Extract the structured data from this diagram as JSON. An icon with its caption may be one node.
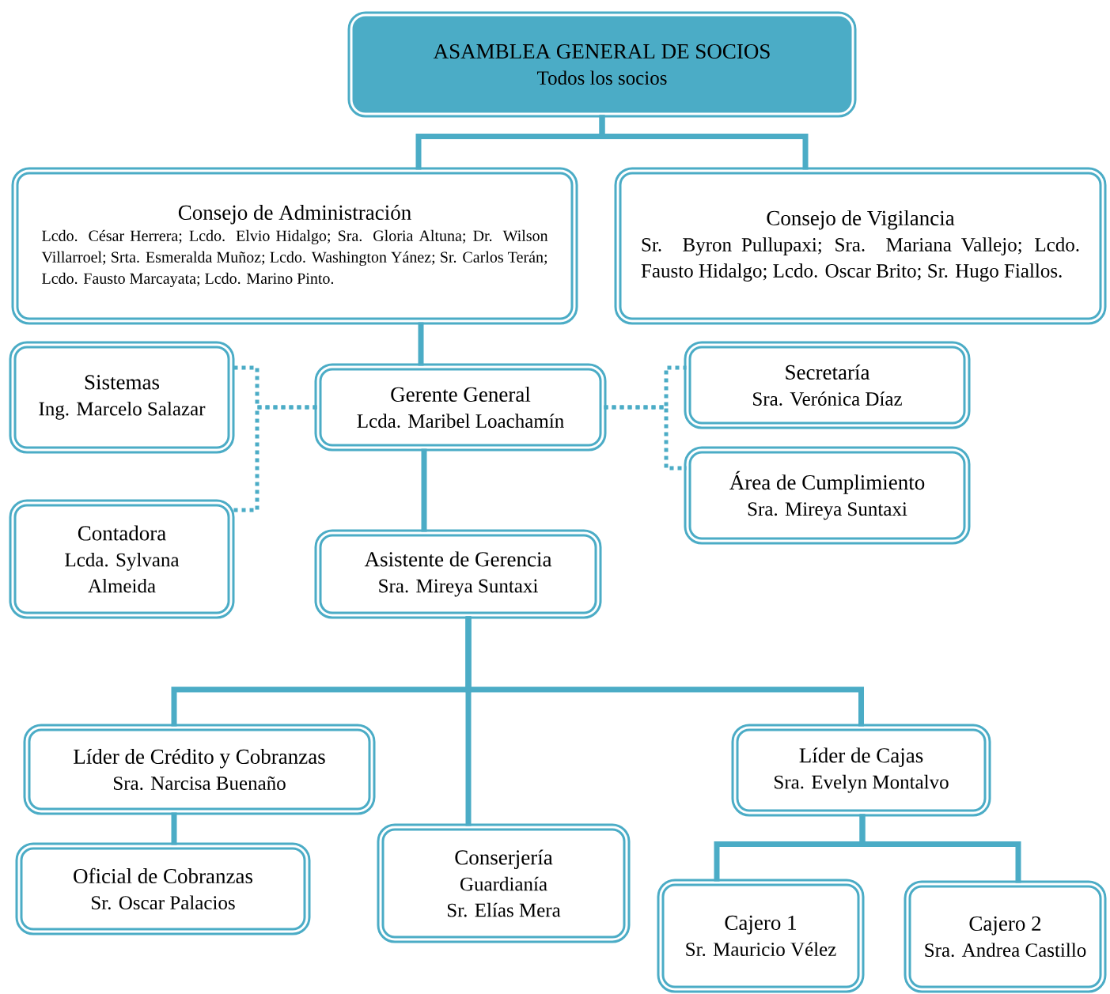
{
  "diagram": {
    "nodes": [
      {
        "text": [
          "ASAMBLEA GENERAL DE SOCIOS",
          "Todos los socios"
        ]
      },
      {
        "text": [
          "Consejo de Administración",
          "Lcdo. César Herrera; Lcdo. Elvio Hidalgo; Sra. Gloria Altuna; Dr. Wilson Villarroel; Srta. Esmeralda Muñoz; Lcdo. Washington Yánez; Sr. Carlos Terán; Lcdo. Fausto Marcayata; Lcdo. Marino Pinto."
        ]
      },
      {
        "text": [
          "Consejo de Vigilancia",
          "Sr. Byron Pullupaxi; Sra. Mariana Vallejo; Lcdo. Fausto Hidalgo; Lcdo. Oscar Brito; Sr. Hugo Fiallos."
        ]
      },
      {
        "text": [
          "Sistemas",
          "Ing. Marcelo Salazar"
        ]
      },
      {
        "text": [
          "Gerente General",
          "Lcda. Maribel Loachamín"
        ]
      },
      {
        "text": [
          "Secretaría",
          "Sra. Verónica Díaz"
        ]
      },
      {
        "text": [
          "Contadora",
          "Lcda. Sylvana Almeida"
        ]
      },
      {
        "text": [
          "Área de Cumplimiento",
          "Sra. Mireya Suntaxi"
        ]
      },
      {
        "text": [
          "Asistente de Gerencia",
          "Sra. Mireya Suntaxi"
        ]
      },
      {
        "text": [
          "Líder de Crédito y Cobranzas",
          "Sra. Narcisa Buenaño"
        ]
      },
      {
        "text": [
          "Líder de Cajas",
          "Sra. Evelyn Montalvo"
        ]
      },
      {
        "text": [
          "Oficial de Cobranzas",
          "Sr. Oscar Palacios"
        ]
      },
      {
        "text": [
          "Conserjería",
          "Guardianía",
          "Sr. Elías Mera"
        ]
      },
      {
        "text": [
          "Cajero 1",
          "Sr. Mauricio Vélez"
        ]
      },
      {
        "text": [
          "Cajero 2",
          "Sra. Andrea Castillo"
        ]
      }
    ],
    "edges": [
      {
        "from": 0,
        "to": 1,
        "arrow": "none"
      },
      {
        "from": 0,
        "to": 2,
        "arrow": "none"
      },
      {
        "from": 1,
        "to": 4,
        "arrow": "none"
      },
      {
        "from": 4,
        "to": 3,
        "arrow": "none",
        "style": "dashed"
      },
      {
        "from": 4,
        "to": 6,
        "arrow": "none",
        "style": "dashed"
      },
      {
        "from": 4,
        "to": 5,
        "arrow": "none",
        "style": "dashed"
      },
      {
        "from": 4,
        "to": 7,
        "arrow": "none",
        "style": "dashed"
      },
      {
        "from": 4,
        "to": 8,
        "arrow": "none"
      },
      {
        "from": 8,
        "to": 9,
        "arrow": "none"
      },
      {
        "from": 8,
        "to": 12,
        "arrow": "none"
      },
      {
        "from": 8,
        "to": 10,
        "arrow": "none"
      },
      {
        "from": 9,
        "to": 11,
        "arrow": "none"
      },
      {
        "from": 10,
        "to": 13,
        "arrow": "none"
      },
      {
        "from": 10,
        "to": 14,
        "arrow": "none"
      }
    ]
  }
}
